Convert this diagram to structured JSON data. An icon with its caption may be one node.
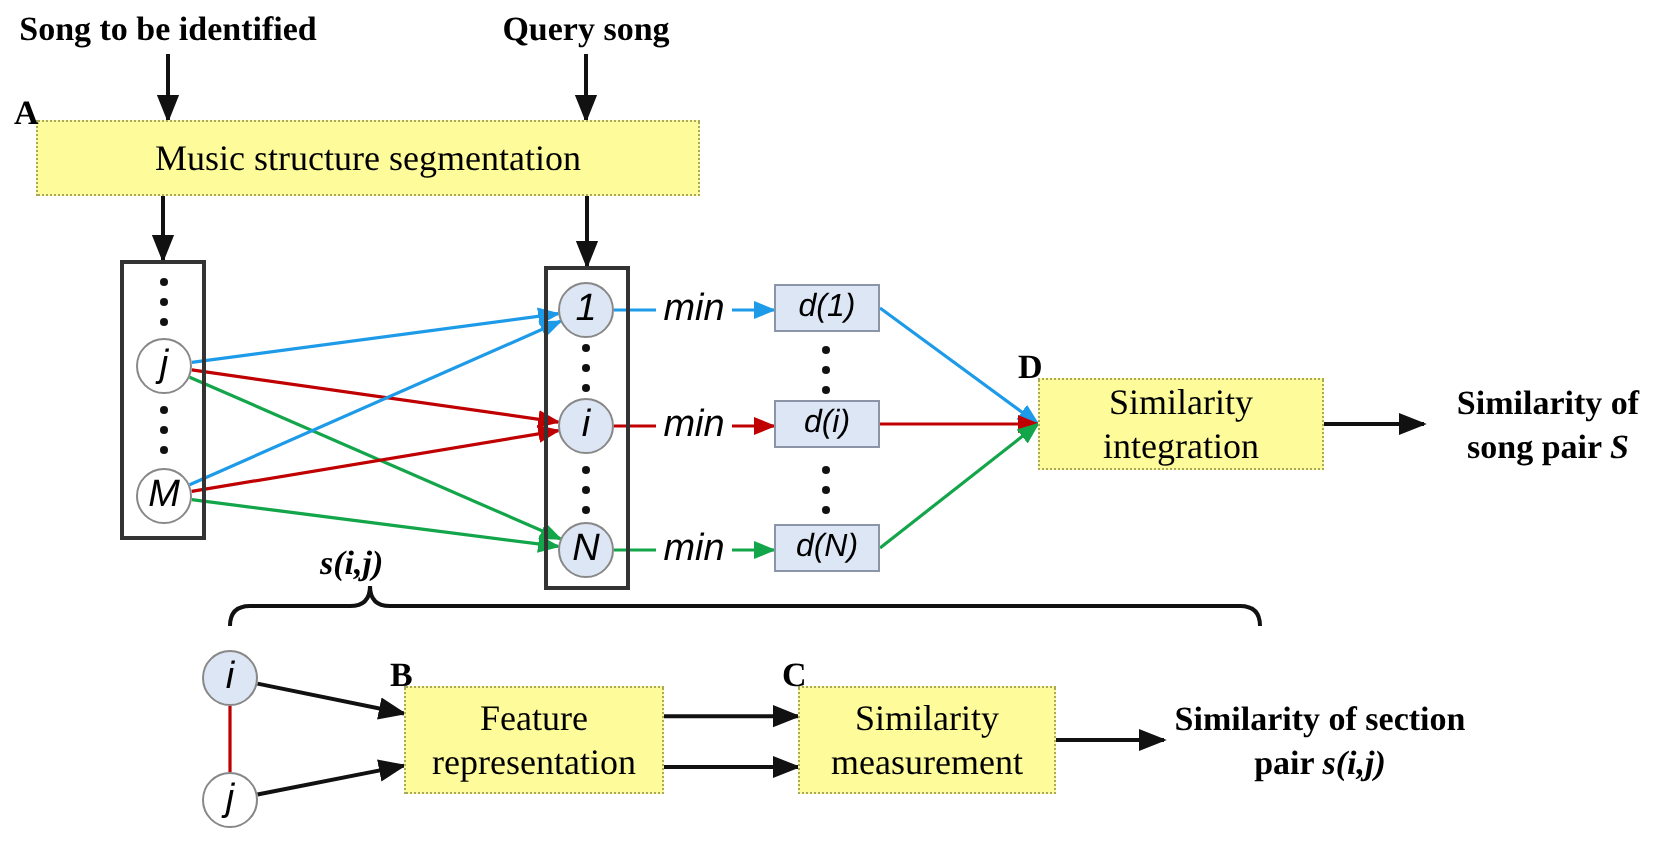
{
  "diagram": {
    "nodes": [
      {
        "text": [
          "Song to be identified"
        ]
      },
      {
        "text": [
          "Query song"
        ]
      },
      {
        "text": [
          "Music structure segmentation"
        ],
        "beside": [
          "A"
        ]
      },
      {
        "text": [],
        "shape": "box"
      },
      {
        "text": [
          "j"
        ],
        "in": 3
      },
      {
        "text": [
          "M"
        ],
        "in": 3
      },
      {
        "text": [],
        "shape": "box"
      },
      {
        "text": [
          "1"
        ],
        "in": 6
      },
      {
        "text": [
          "i"
        ],
        "in": 6
      },
      {
        "text": [
          "N"
        ],
        "in": 6
      },
      {
        "text": [
          "min"
        ]
      },
      {
        "text": [
          "min"
        ]
      },
      {
        "text": [
          "min"
        ]
      },
      {
        "text": [
          "d(1)"
        ]
      },
      {
        "text": [
          "d(i)"
        ]
      },
      {
        "text": [
          "d(N)"
        ]
      },
      {
        "text": [
          "Similarity integration"
        ],
        "beside": [
          "D"
        ]
      },
      {
        "text": [
          "Similarity of song pair *S*"
        ]
      },
      {
        "text": [
          "i"
        ]
      },
      {
        "text": [
          "j"
        ]
      },
      {
        "text": [
          "Feature representation"
        ],
        "beside": [
          "B"
        ]
      },
      {
        "text": [
          "Similarity measurement"
        ],
        "beside": [
          "C"
        ]
      },
      {
        "text": [
          "Similarity of section pair *s(i,j)*"
        ]
      }
    ],
    "edges": [
      {
        "from": 0,
        "to": 2,
        "arrow": "to"
      },
      {
        "from": 1,
        "to": 2,
        "arrow": "to"
      },
      {
        "from": 2,
        "to": 3,
        "arrow": "to"
      },
      {
        "from": 2,
        "to": 6,
        "arrow": "to"
      },
      {
        "from": 4,
        "to": 7,
        "arrow": "to",
        "color": "#1e9be8"
      },
      {
        "from": 4,
        "to": 8,
        "arrow": "to",
        "color": "#c00000"
      },
      {
        "from": 4,
        "to": 9,
        "arrow": "to",
        "color": "#13a54a"
      },
      {
        "from": 5,
        "to": 7,
        "arrow": "to",
        "color": "#1e9be8"
      },
      {
        "from": 5,
        "to": 8,
        "arrow": "to",
        "color": "#c00000"
      },
      {
        "from": 5,
        "to": 9,
        "arrow": "to",
        "color": "#13a54a"
      },
      {
        "from": 7,
        "to": 10,
        "arrow": "none",
        "color": "#1e9be8"
      },
      {
        "from": 10,
        "to": 13,
        "arrow": "to",
        "color": "#1e9be8"
      },
      {
        "from": 8,
        "to": 11,
        "arrow": "none",
        "color": "#c00000"
      },
      {
        "from": 11,
        "to": 14,
        "arrow": "to",
        "color": "#c00000"
      },
      {
        "from": 9,
        "to": 12,
        "arrow": "none",
        "color": "#13a54a"
      },
      {
        "from": 12,
        "to": 15,
        "arrow": "to",
        "color": "#13a54a"
      },
      {
        "from": 13,
        "to": 16,
        "arrow": "to",
        "color": "#1e9be8"
      },
      {
        "from": 14,
        "to": 16,
        "arrow": "to",
        "color": "#c00000"
      },
      {
        "from": 15,
        "to": 16,
        "arrow": "to",
        "color": "#13a54a"
      },
      {
        "from": 16,
        "to": 17,
        "arrow": "to"
      },
      {
        "from": 18,
        "to": 19,
        "arrow": "none",
        "color": "#c00000"
      },
      {
        "from": 18,
        "to": 20,
        "arrow": "to"
      },
      {
        "from": 19,
        "to": 20,
        "arrow": "to"
      },
      {
        "from": 20,
        "to": 21,
        "arrow": "to"
      },
      {
        "from": 20,
        "to": 21,
        "arrow": "to"
      },
      {
        "from": 21,
        "to": 22,
        "arrow": "to"
      }
    ],
    "labels": [
      "s(i,j)"
    ]
  }
}
